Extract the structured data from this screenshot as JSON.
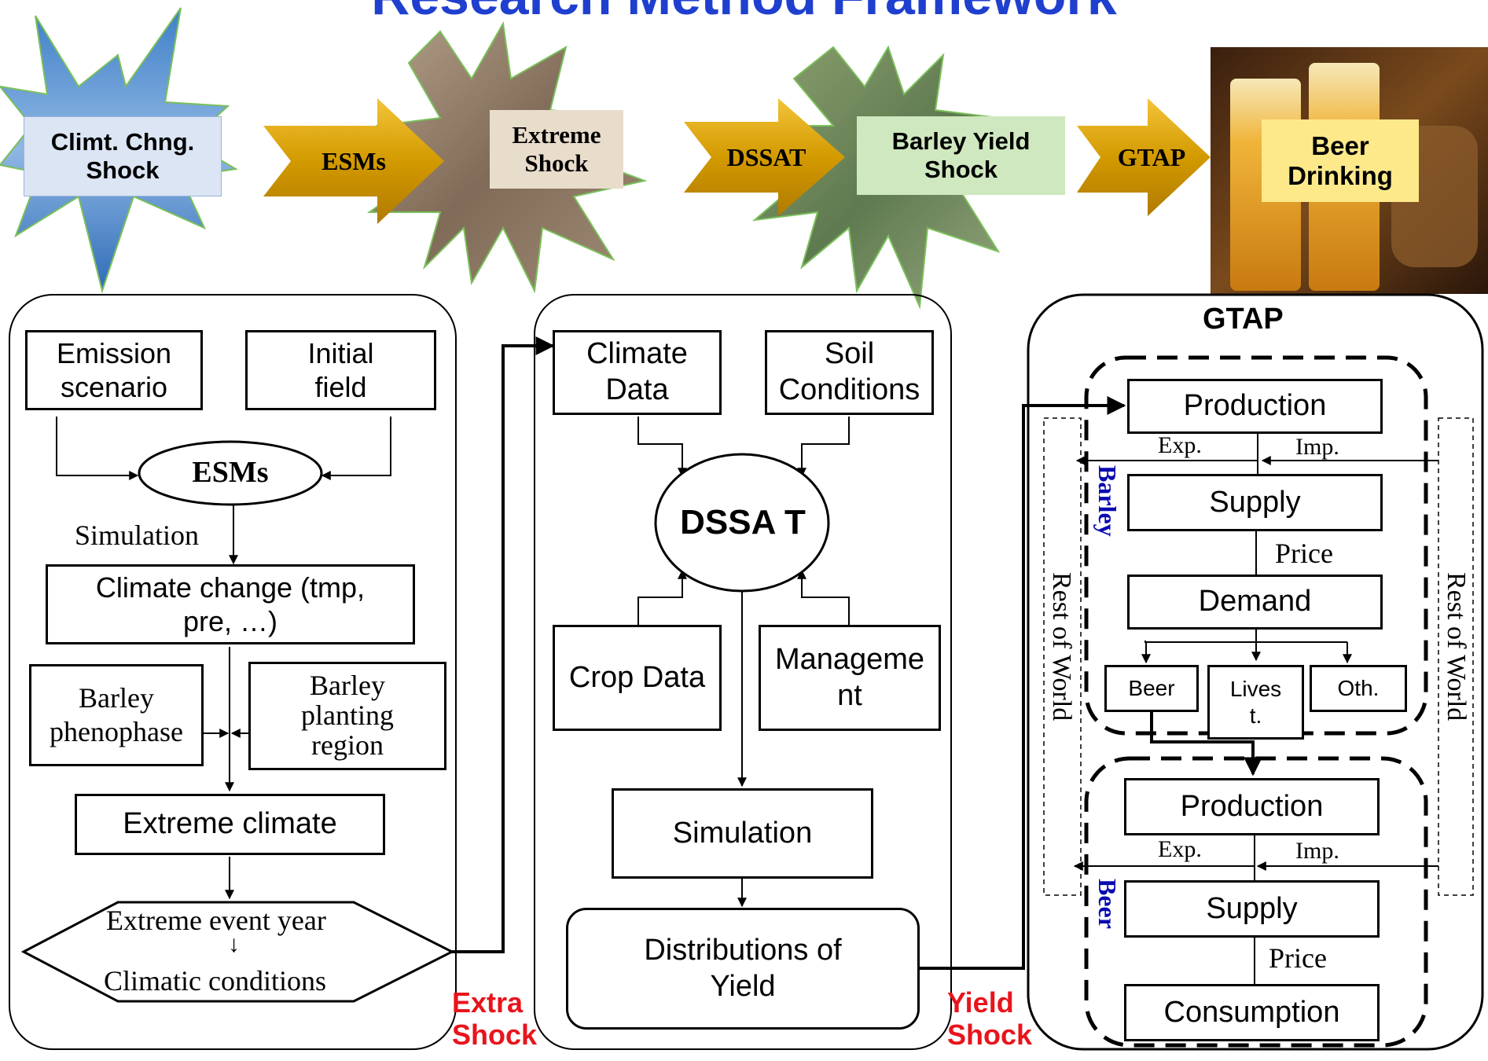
{
  "title": "Research Method Framework",
  "top_flow": {
    "climate_shock": "Climt. Chng. Shock",
    "esms_arrow": "ESMs",
    "extreme_shock": "Extreme Shock",
    "dssat_arrow": "DSSAT",
    "barley_shock": "Barley Yield Shock",
    "gtap_arrow": "GTAP",
    "beer_drinking": "Beer Drinking"
  },
  "panel_esm": {
    "emission": "Emission scenario",
    "initial_field": "Initial field",
    "esms": "ESMs",
    "simulation": "Simulation",
    "climate_change": "Climate change (tmp, pre, …)",
    "phenophase": "Barley phenophase",
    "planting_region": "Barley planting region",
    "extreme_climate": "Extreme climate",
    "event_year": "Extreme event year",
    "arrow_glyph": "↓",
    "climatic_conditions": "Climatic conditions"
  },
  "panel_dssat": {
    "climate_data": "Climate Data",
    "soil": "Soil Conditions",
    "dssat": "DSSA T",
    "crop_data": "Crop Data",
    "management": "Manageme nt",
    "simulation": "Simulation",
    "distributions": "Distributions of Yield"
  },
  "connectors": {
    "extra_shock": "Extra Shock",
    "yield_shock": "Yield Shock"
  },
  "panel_gtap": {
    "title": "GTAP",
    "barley": {
      "label": "Barley",
      "production": "Production",
      "exp": "Exp.",
      "imp": "Imp.",
      "supply": "Supply",
      "price": "Price",
      "demand": "Demand",
      "beer": "Beer",
      "livest": "Lives t.",
      "oth": "Oth."
    },
    "beer": {
      "label": "Beer",
      "production": "Production",
      "exp": "Exp.",
      "imp": "Imp.",
      "supply": "Supply",
      "price": "Price",
      "consumption": "Consumption"
    },
    "rest_of_world": "Rest of World"
  },
  "colors": {
    "title": "#1f3fcf",
    "arrow_gold": "#d9a600",
    "climate_box": "#dbe5f4",
    "extreme_box": "#e8dccb",
    "barley_box": "#cfe8bf",
    "beer_box": "#fde98a",
    "accent_red": "#e8141c",
    "accent_blue": "#0a0ab0"
  }
}
